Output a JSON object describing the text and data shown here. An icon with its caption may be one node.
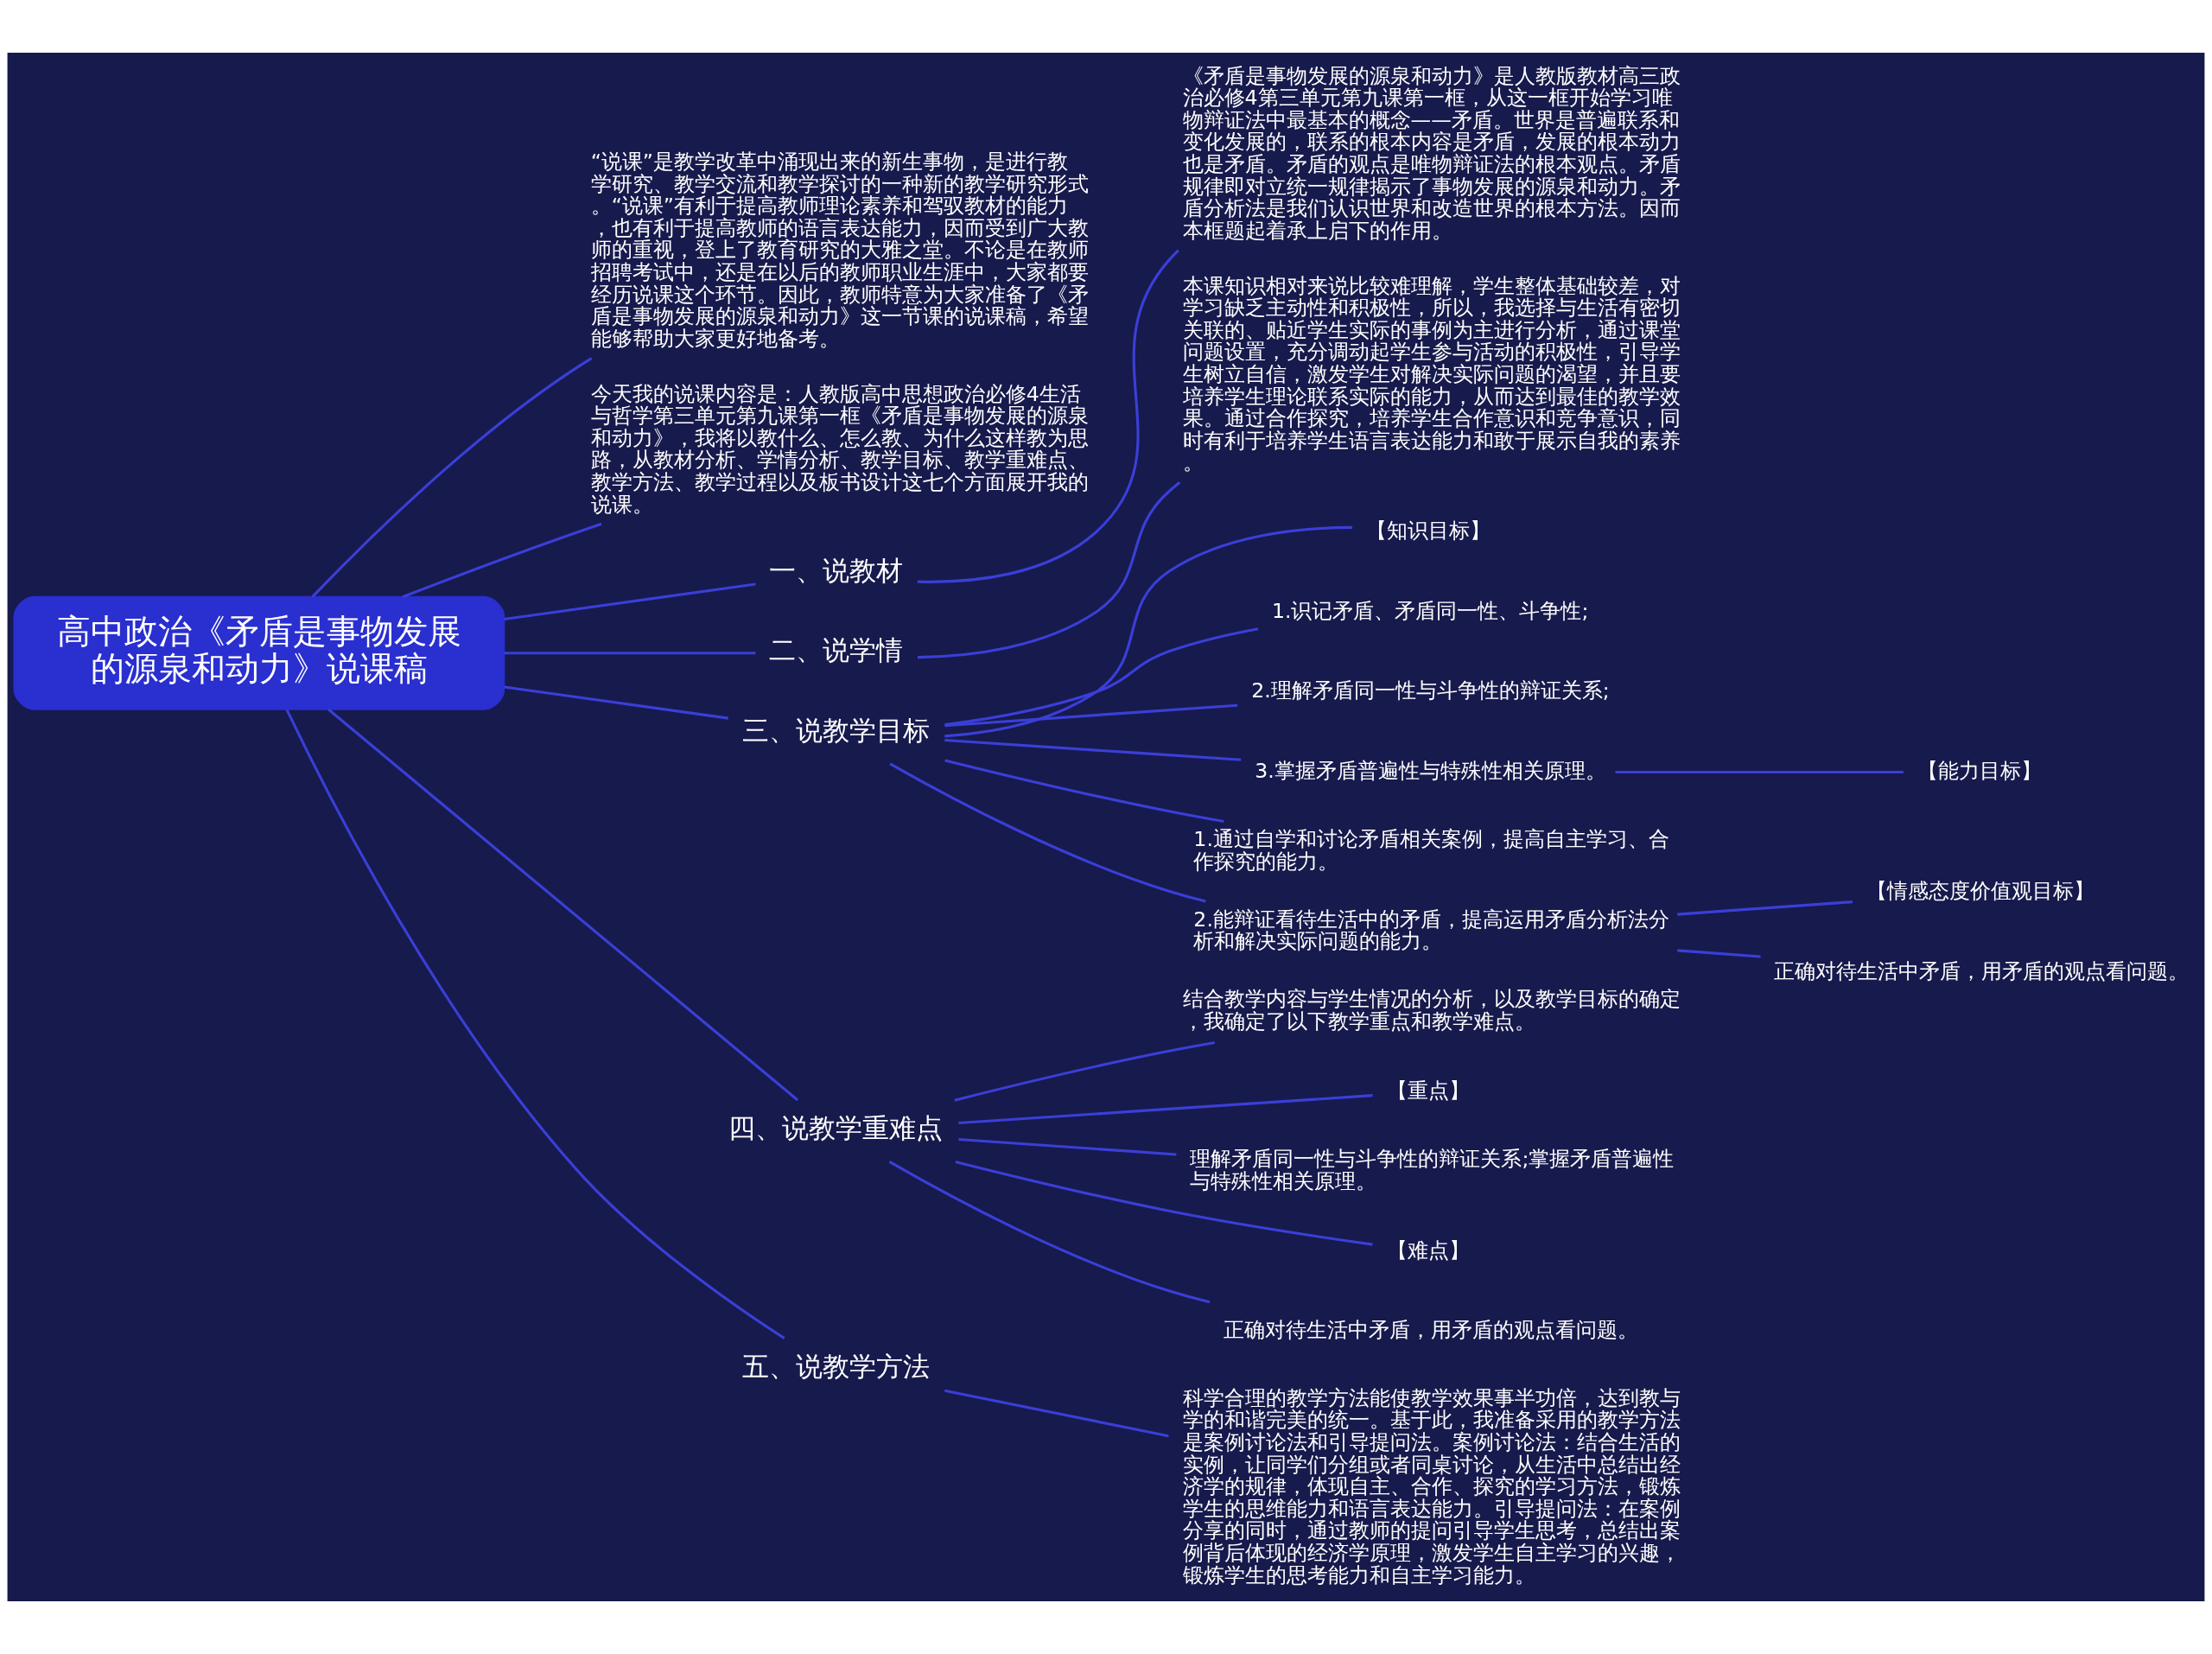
{
  "diagram": {
    "nodes": [
      {
        "text": [
          "高中政治《矛盾是事物发展的源泉和动力》说课稿"
        ]
      },
      {
        "text": [
          "“说课”是教学改革中涌现出来的新生事物，是进行教学研究、教学交流和教学探讨的一种新的教学研究形式。“说课”有利于提高教师理论素养和驾驭教材的能力，也有利于提高教师的语言表达能力，因而受到广大教师的重视，登上了教育研究的大雅之堂。不论是在教师招聘考试中，还是在以后的教师职业生涯中，大家都要经历说课这个环节。因此，教师特意为大家准备了《矛盾是事物发展的源泉和动力》这一节课的说课稿，希望能够帮助大家更好地备考。"
        ]
      },
      {
        "text": [
          "今天我的说课内容是：人教版高中思想政治必修4生活与哲学第三单元第九课第一框《矛盾是事物发展的源泉和动力》，我将以教什么、怎么教、为什么这样教为思路，从教材分析、学情分析、教学目标、教学重难点、教学方法、教学过程以及板书设计这七个方面展开我的说课。"
        ]
      },
      {
        "text": [
          "一、说教材"
        ]
      },
      {
        "text": [
          "《矛盾是事物发展的源泉和动力》是人教版教材高三政治必修4第三单元第九课第一框，从这一框开始学习唯物辩证法中最基本的概念——矛盾。世界是普遍联系和变化发展的，联系的根本内容是矛盾，发展的根本动力也是矛盾。矛盾的观点是唯物辩证法的根本观点。矛盾规律即对立统一规律揭示了事物发展的源泉和动力。矛盾分析法是我们认识世界和改造世界的根本方法。因而本框题起着承上启下的作用。"
        ]
      },
      {
        "text": [
          "二、说学情"
        ]
      },
      {
        "text": [
          "本课知识相对来说比较难理解，学生整体基础较差，对学习缺乏主动性和积极性，所以，我选择与生活有密切关联的、贴近学生实际的事例为主进行分析，通过课堂问题设置，充分调动起学生参与活动的积极性，引导学生树立自信，激发学生对解决实际问题的渴望，并且要培养学生理论联系实际的能力，从而达到最佳的教学效果。通过合作探究，培养学生合作意识和竞争意识，同时有利于培养学生语言表达能力和敢于展示自我的素养。"
        ]
      },
      {
        "text": [
          "三、说教学目标"
        ]
      },
      {
        "text": [
          "【知识目标】"
        ]
      },
      {
        "text": [
          "1.识记矛盾、矛盾同一性、斗争性;"
        ]
      },
      {
        "text": [
          "2.理解矛盾同一性与斗争性的辩证关系;"
        ]
      },
      {
        "text": [
          "3.掌握矛盾普遍性与特殊性相关原理。"
        ]
      },
      {
        "text": [
          "【能力目标】"
        ]
      },
      {
        "text": [
          "1.通过自学和讨论矛盾相关案例，提高自主学习、合作探究的能力。"
        ]
      },
      {
        "text": [
          "2.能辩证看待生活中的矛盾，提高运用矛盾分析法分析和解决实际问题的能力。"
        ]
      },
      {
        "text": [
          "【情感态度价值观目标】"
        ]
      },
      {
        "text": [
          "正确对待生活中矛盾，用矛盾的观点看问题。"
        ]
      },
      {
        "text": [
          "四、说教学重难点"
        ]
      },
      {
        "text": [
          "结合教学内容与学生情况的分析，以及教学目标的确定，我确定了以下教学重点和教学难点。"
        ]
      },
      {
        "text": [
          "【重点】"
        ]
      },
      {
        "text": [
          "理解矛盾同一性与斗争性的辩证关系;掌握矛盾普遍性与特殊性相关原理。"
        ]
      },
      {
        "text": [
          "【难点】"
        ]
      },
      {
        "text": [
          "正确对待生活中矛盾，用矛盾的观点看问题。"
        ]
      },
      {
        "text": [
          "五、说教学方法"
        ]
      },
      {
        "text": [
          "科学合理的教学方法能使教学效果事半功倍，达到教与学的和谐完美的统一。基于此，我准备采用的教学方法是案例讨论法和引导提问法。案例讨论法：结合生活的实例，让同学们分组或者同桌讨论，从生活中总结出经济学的规律，体现自主、合作、探究的学习方法，锻炼学生的思维能力和语言表达能力。引导提问法：在案例分享的同时，通过教师的提问引导学生思考，总结出案例背后体现的经济学原理，激发学生自主学习的兴趣，锻炼学生的思考能力和自主学习能力。"
        ]
      }
    ],
    "edges": [
      {
        "from": 0,
        "to": 1,
        "arrow": "none"
      },
      {
        "from": 0,
        "to": 2,
        "arrow": "none"
      },
      {
        "from": 0,
        "to": 3,
        "arrow": "none"
      },
      {
        "from": 3,
        "to": 4,
        "arrow": "none"
      },
      {
        "from": 0,
        "to": 5,
        "arrow": "none"
      },
      {
        "from": 5,
        "to": 6,
        "arrow": "none"
      },
      {
        "from": 0,
        "to": 7,
        "arrow": "none"
      },
      {
        "from": 7,
        "to": 8,
        "arrow": "none"
      },
      {
        "from": 7,
        "to": 9,
        "arrow": "none"
      },
      {
        "from": 7,
        "to": 10,
        "arrow": "none"
      },
      {
        "from": 7,
        "to": 11,
        "arrow": "none"
      },
      {
        "from": 11,
        "to": 12,
        "arrow": "none"
      },
      {
        "from": 7,
        "to": 13,
        "arrow": "none"
      },
      {
        "from": 7,
        "to": 14,
        "arrow": "none"
      },
      {
        "from": 14,
        "to": 15,
        "arrow": "none"
      },
      {
        "from": 14,
        "to": 16,
        "arrow": "none"
      },
      {
        "from": 0,
        "to": 17,
        "arrow": "none"
      },
      {
        "from": 17,
        "to": 18,
        "arrow": "none"
      },
      {
        "from": 17,
        "to": 19,
        "arrow": "none"
      },
      {
        "from": 17,
        "to": 20,
        "arrow": "none"
      },
      {
        "from": 17,
        "to": 21,
        "arrow": "none"
      },
      {
        "from": 17,
        "to": 22,
        "arrow": "none"
      },
      {
        "from": 0,
        "to": 23,
        "arrow": "none"
      },
      {
        "from": 23,
        "to": 24,
        "arrow": "none"
      }
    ]
  }
}
